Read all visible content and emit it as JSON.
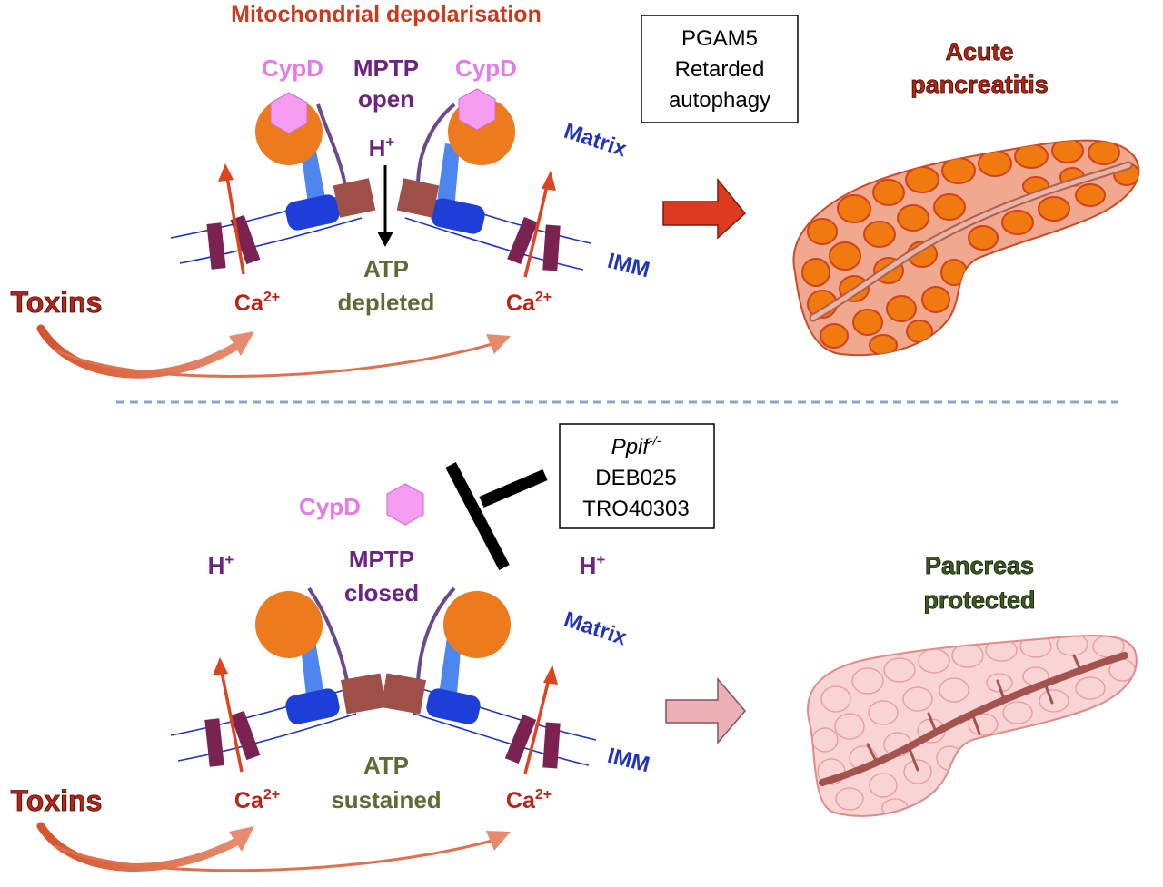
{
  "top": {
    "title": "Mitochondrial depolarisation",
    "cypd_left": "CypD",
    "cypd_right": "CypD",
    "mptp_line1": "MPTP",
    "mptp_line2": "open",
    "h_plus": "H",
    "h_sup": "+",
    "atp_line1": "ATP",
    "atp_line2": "depleted",
    "matrix": "Matrix",
    "imm": "IMM",
    "toxins": "Toxins",
    "ca_left": "Ca",
    "ca_right": "Ca",
    "ca_sup": "2+",
    "box_line1": "PGAM5",
    "box_line2": "Retarded",
    "box_line3": "autophagy",
    "outcome_line1": "Acute",
    "outcome_line2": "pancreatitis"
  },
  "bottom": {
    "cypd": "CypD",
    "mptp_line1": "MPTP",
    "mptp_line2": "closed",
    "h_left": "H",
    "h_right": "H",
    "h_sup": "+",
    "atp_line1": "ATP",
    "atp_line2": "sustained",
    "matrix": "Matrix",
    "imm": "IMM",
    "toxins": "Toxins",
    "ca_left": "Ca",
    "ca_right": "Ca",
    "ca_sup": "2+",
    "box_line1": "Ppif",
    "box_line1_sup": "-/-",
    "box_line2": "DEB025",
    "box_line3": "TRO40303",
    "outcome_line1": "Pancreas",
    "outcome_line2": "protected"
  },
  "colors": {
    "title_red": "#cc3a1e",
    "toxins_red": "#b5261a",
    "purple": "#6b2480",
    "cypd_pink": "#e67ae6",
    "blue": "#2233bb",
    "olive": "#5e6b35",
    "outcome_red": "#b52412",
    "outcome_green": "#3e5a1e",
    "orange": "#ee7a1e",
    "hex_fill": "#f59cf0",
    "complex_blue": "#1d3fd8",
    "stalk_blue": "#4d86ee",
    "brown": "#9e4f48",
    "ion_purple": "#7a2250",
    "arrow_red": "#dd4420",
    "big_arrow_red": "#dd3a20",
    "big_arrow_pink": "#eab0b6",
    "dash": "#8aa4c4"
  }
}
